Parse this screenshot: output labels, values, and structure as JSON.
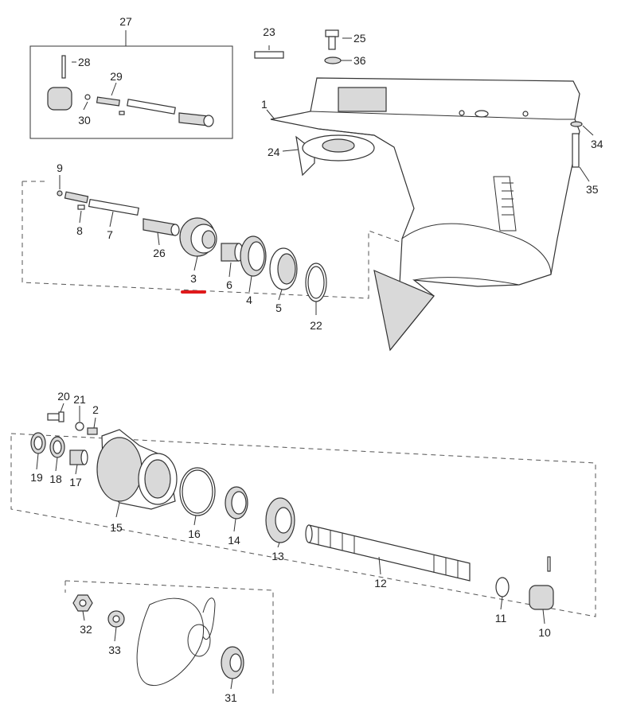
{
  "callouts": {
    "c1": "1",
    "c2": "2",
    "c3": "3",
    "c4": "4",
    "c5": "5",
    "c6": "6",
    "c7": "7",
    "c8": "8",
    "c9": "9",
    "c10": "10",
    "c11": "11",
    "c12": "12",
    "c13": "13",
    "c14": "14",
    "c15": "15",
    "c16": "16",
    "c17": "17",
    "c18": "18",
    "c19": "19",
    "c20": "20",
    "c21": "21",
    "c22": "22",
    "c23": "23",
    "c24": "24",
    "c25": "25",
    "c26": "26",
    "c27": "27",
    "c28": "28",
    "c29": "29",
    "c30": "30",
    "c31": "31",
    "c32": "32",
    "c33": "33",
    "c34": "34",
    "c35": "35",
    "c36": "36"
  },
  "selected_part": "3",
  "highlight_color": "#e0191b"
}
